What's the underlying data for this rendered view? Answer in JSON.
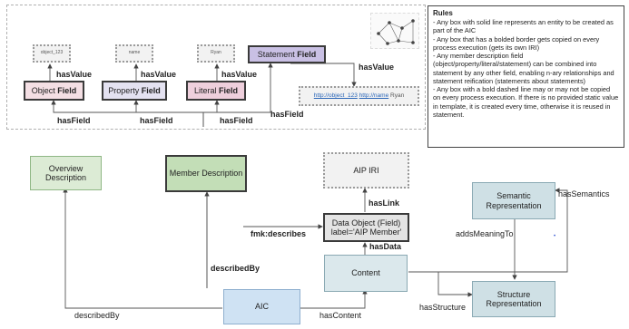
{
  "values": {
    "object_123": "object_123",
    "name": "name",
    "ryan": "Ryan"
  },
  "fields": {
    "object_prefix": "Object",
    "property_prefix": "Property",
    "literal_prefix": "Literal",
    "statement_prefix": "Statement",
    "suffix": "Field"
  },
  "edges": {
    "has_value": "hasValue",
    "has_field": "hasField",
    "fmk_describes": "fmk:describes",
    "described_by": "describedBy",
    "has_link": "hasLink",
    "has_data": "hasData",
    "has_content": "hasContent",
    "has_structure": "hasStructure",
    "adds_meaning_to": "addsMeaningTo",
    "has_semantics": "hasSemantics"
  },
  "statement_value": {
    "link1": "http://object_123",
    "link2": "http://name",
    "literal": "Ryan"
  },
  "nodes": {
    "overview": "Overview Description",
    "member": "Member Description",
    "aip_iri": "AIP IRI",
    "data_object_line1": "Data Object (Field)",
    "data_object_line2": "label='AIP Member'",
    "content": "Content",
    "aic": "AIC",
    "semantic": "Semantic Representation",
    "structure": "Structure Representation"
  },
  "rules": {
    "title": "Rules",
    "items": [
      "- Any box with solid line represents an entity to be created as part of the AIC",
      "- Any box that has a bolded border gets copied on every process execution (gets its own IRI)",
      "- Any member description field (object/property/literal/statement) can be combined into statement by any other field, enabling n-ary relationships and statement reification (statements about statements)",
      "- Any box with a bold dashed line may or may not be copied on every process execution. If there is no provided static value in template, it is created every time, otherwise it is reused in statement."
    ]
  },
  "colors": {
    "overview_fill": "#dcebd5",
    "member_fill": "#c3deb7",
    "object_fill": "#f4dfe4",
    "property_fill": "#e4e2f1",
    "literal_fill": "#eecfdc",
    "statement_fill": "#c9c0e4",
    "data_object_fill": "#e4e4e4",
    "content_fill": "#dbe8ec",
    "aic_fill": "#cfe2f3",
    "semantic_fill": "#cfe0e5",
    "structure_fill": "#cfe0e5"
  },
  "icons": [
    "network-graph-icon"
  ]
}
